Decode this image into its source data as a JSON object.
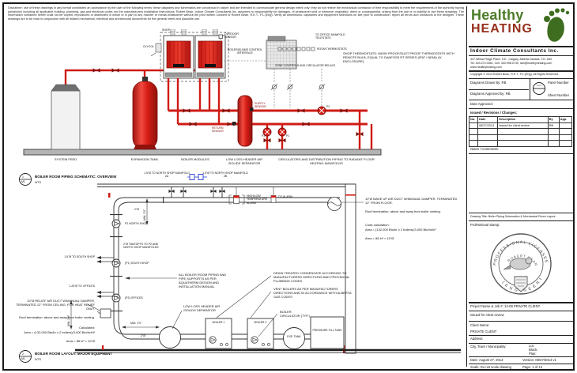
{
  "disclaimer": "Disclaimer: use of these drawings in any format constitutes an acceptance by the user of the following terms: these diagrams and schematics are conceptual in nature and are intended to communicate general design intent only; they do not relieve the mechanical contractor of their responsibility to meet the requirements of the authority having jurisdiction including all applicable building, plumbing, gas and electrical codes nor the manufacturers installation instructions. Robert Bean, Indoor Climate Consultants Inc. assumes no responsibility for damages, of whatsoever kind or wherever originated, direct or consequential, arising from the use of or inability to use these drawings. The information contained herein shall not be copied, reproduced or distributed in whole or in part in any manner or media whatsoever without the prior written consent of Robert Bean, R.E.T., P.L.(Eng). Verify all dimensions, capacities and equipment selections on site prior to construction; report all errors and omissions to the designer. These drawings are to be read in conjunction with all related mechanical, electrical and architectural documents for the general intent and plausible use.",
  "brand": {
    "name_top": "Healthy",
    "name_bottom": "HEATING",
    "tagline": "Indoor Climate Consultants Inc.",
    "address": "347 Willow Ridge Place, S.E., Calgary, Alberta Canada, T2J 1M2",
    "contact": "Tel: 403.272.0081, Cell: 403.998.0749, rwb@healthyheating.com",
    "website": "www.healthyheating.com",
    "copyright": "Copyright © 2014 Robert Bean, R.E.T., P.L.(Eng), All Rights Reserved."
  },
  "titleblock": {
    "drawn_by": "Diagrams Drawn By: RB",
    "approved_by": "Diagrams Approved by: RB",
    "panel_number": "Panel Number",
    "sheet_number": "Sheet Number",
    "date_approved": "Date Approved:",
    "revisions_heading": "Issued / Revisions / Changes:",
    "rev_headers": [
      "No.",
      "Date",
      "Description",
      "By",
      "App."
    ],
    "rev_rows": [
      [
        "-",
        "08/27/2014",
        "Issued for client review",
        "RB",
        ""
      ],
      [
        "",
        "",
        "",
        "",
        ""
      ],
      [
        "",
        "",
        "",
        "",
        ""
      ],
      [
        "",
        "",
        "",
        "",
        ""
      ]
    ],
    "notes_heading": "Notes / Comments:",
    "drawing_title": "Drawing Title: Boiler Piping Schematics & Mechanical Room Layout",
    "stamp_heading": "Professional Stamp:",
    "stamp_arc_top": "PROFESSIONAL LICENSEE",
    "stamp_arc_bottom": "( E N G I N E E R I N G )",
    "stamp_name": "ROBERT BEAN",
    "project": "Project Name & Job #: 14-08 PRIVATE CLIENT",
    "issued": "Issued for client review",
    "client_label": "Client Name:",
    "client_name": "PRIVATE CLIENT",
    "address_label": "Address:",
    "city_label": "City, Town / Municipality:",
    "lot": "Lot:",
    "block": "Block:",
    "plan": "Plan:",
    "date": "Date: August 27, 2014",
    "version": "Version: 08/27/2014 v1",
    "scale": "Scale: Do not scale drawing",
    "page": "Page: 1 of 13"
  },
  "d1": {
    "ref_num": "1",
    "ref_sheet": "M1",
    "ref_title": "BOILER ROOM PIPING SCHEMATIC: OVERVIEW",
    "ref_scale": "NTS",
    "shop": "SHOP",
    "glycol": "GLYCOL",
    "outdoor_sensor": "OUTDOOR SENSOR",
    "bms": "BOILER(S) BMS CONTROL INTERFACE",
    "room_tstats": "ROOM THERMOSTATS",
    "office_manifold": "TO OFFICE MANIFOLD TELESTATS",
    "zone_controls": "ZONE CONTROLS AND CIRCULATOR RELAYS",
    "supply_sensor": "SUPPLY SENSOR",
    "return_sensor": "RETURN SENSOR",
    "p1": "P1",
    "p2": "P2",
    "p3": "P3",
    "system_feed": "SYSTEM FEED",
    "expansion_tank": "EXPANSION TANK",
    "boiler_modules": "BOILER MODULES",
    "llh": "LOW LOSS HEADER AIR /SOLIDS SEPARATOR",
    "circulators": "CIRCULATORS AND DISTRIBUTION PIPING TO RADIANT FLOOR HEATING MANIFOLDS",
    "shop_note": "SHOP THERMOSTATS: WASH PROOF/DUST PROOF THERMOSTATS WITH REMOTE BULB, EQUAL TO DANFOSS RT SERIES (IP67 / NEMA 4X ENCLOSURE)."
  },
  "d2": {
    "ref_num": "2",
    "ref_sheet": "M1",
    "ref_title": "BOILER ROOM LAYOUT: MAJOR EQUIPMENT",
    "ref_scale": "NTS",
    "manifold_2a": "1.5\"Ø TO NORTH SHOP MANIFOLD 2A",
    "manifold_2b": "1.5\"Ø TO NORTH SHOP MANIFOLD 2B",
    "pipe_2_top": "2\"Ø",
    "pipe_2_bottom": "2\"Ø",
    "min20_a": "MIN. 2'0\"",
    "min20_b": "MIN. 2'0\"",
    "min20_c": "MIN. 2'0\"",
    "p2_north": "P2 NORTH SHOP",
    "takeoffs": "2\"Ø TAKEOFFS TO P2 AND NORTH SHOP MANIFOLDS",
    "south_shop": "1.5\"Ø TO SOUTH SHOP",
    "p1_south": "(P1) SOUTH SHOP",
    "offices_pipe": "1.25\"Ø TO OFFICES",
    "p3_offices": "(P3) OFFICES",
    "hl_alarm": "HIGH/LOW TEMPERATURE ALARM",
    "co_alarm": "CO ALARM",
    "makeup_note": "10\"Ø MAKE UP AIR DUCT W/MANUAL DAMPER, TERMINATED 12\" FROM FLOOR.",
    "roof_note_r": "Roof termination: above and away from boiler venting.",
    "code_heading": "Code calculation:",
    "code_line1": "Area = (132,000 Btu/hr x 2 boilers)/3,000 Btu/hr/in²",
    "code_line2": "Area = 88 in² ≈ 10\"Ø",
    "relief_note": "10\"Ø RELIEF AIR DUCT W/MANUAL DAMPER, TERMINATED 12\" FROM CEILING. FOR HEAT RELIEF ONLY.",
    "roof_note_l": "Roof termination: above and away from boiler venting.",
    "calc_heading": "Calculated:",
    "calc_line1": "Area = (132,000 Btu/hr x 2 boilers)/3,000 Btu/hr/in²",
    "calc_line2": "Area = 88 in² ≈ 10\"Ø",
    "piping_note": "ALL BOILER ROOM PIPING AND PIPE SUPPORTS AS PER AQUATHERM DESIGN AND INSTALLATION MANUAL",
    "llh2": "LOW LOSS HEADER AIR /SOLIDS SEPARATOR",
    "drain_note": "DRAIN TREATED CONDENSATE ACCORDING TO MANUFACTURERS DIRECTIONS AND PROVINCIAL PLUMBING CODES",
    "vent_note": "VENT BOILERS AS PER MANUFACTURERS DIRECTIONS AND IN ACCORDANCE WITH ALBERTA GAS CODES",
    "circ_typ": "BOILER CIRCULATOR (TYP.)",
    "boiler1": "BOILER 1",
    "boiler2": "BOILER 2",
    "exp_tank": "EXP. TANK",
    "fill_tank": "PRESSURE FILL TANK"
  },
  "colors": {
    "pipe_red": "#cf1b15",
    "boiler_red": "#e32119",
    "logo_green": "#4c7c28",
    "logo_maroon": "#962f1c",
    "manifold_blue": "#2b3fd4"
  }
}
